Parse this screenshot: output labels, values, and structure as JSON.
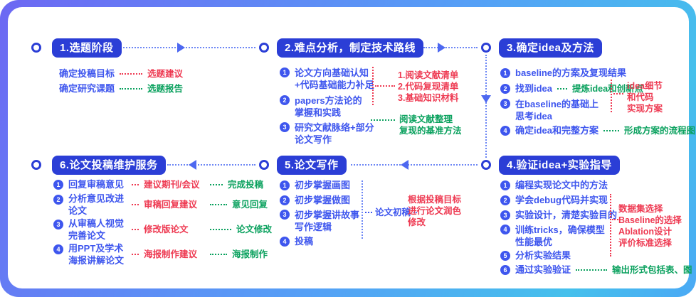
{
  "colors": {
    "accent_badge": "#2b3ed6",
    "item_blue": "#3e56ee",
    "annotation_red": "#ee3a52",
    "annotation_green": "#0aa15e",
    "connector_blue": "#6c86f5",
    "frame_gradient_start": "#6d68f3",
    "frame_gradient_end": "#4aa9f5"
  },
  "stages": [
    {
      "title": "1.选题阶段",
      "items": [
        {
          "text": "确定投稿目标",
          "note": "选题建议",
          "note_color": "red"
        },
        {
          "text": "确定研究课题",
          "note": "选题报告",
          "note_color": "green"
        }
      ]
    },
    {
      "title": "2.难点分析，制定技术路线",
      "items": [
        {
          "n": "1",
          "text": "论文方向基础认知\n+代码基础能力补足"
        },
        {
          "n": "2",
          "text": "papers方法论的\n掌握和实践"
        },
        {
          "n": "3",
          "text": "研究文献脉络+部分\n论文写作"
        }
      ],
      "red_note": "1.阅读文献清单\n2.代码复现清单\n3.基础知识材料",
      "green_note": "阅读文献整理\n复现的基准方法"
    },
    {
      "title": "3.确定idea及方法",
      "items": [
        {
          "n": "1",
          "text": "baseline的方案及复现结果"
        },
        {
          "n": "2",
          "text": "找到idea",
          "inline_green": "提炼idea和创新点"
        },
        {
          "n": "3",
          "text": "在baseline的基础上\n思考idea"
        },
        {
          "n": "4",
          "text": "确定idea和完整方案",
          "inline_green": "形成方案的流程图"
        }
      ],
      "red_note": "idea细节\n和代码\n实现方案"
    },
    {
      "title": "4.验证idea+实验指导",
      "items": [
        {
          "n": "1",
          "text": "编程实现论文中的方法"
        },
        {
          "n": "2",
          "text": "学会debug代码并实现"
        },
        {
          "n": "3",
          "text": "实验设计，清楚实验目的"
        },
        {
          "n": "4",
          "text": "训练tricks，确保模型\n性能最优"
        },
        {
          "n": "5",
          "text": "分析实验结果"
        },
        {
          "n": "6",
          "text": "通过实验验证",
          "inline_green": "输出形式包括表、图"
        }
      ],
      "red_note": "数据集选择\nBaseline的选择\nAblation设计\n评价标准选择"
    },
    {
      "title": "5.论文写作",
      "items": [
        {
          "n": "1",
          "text": "初步掌握画图"
        },
        {
          "n": "2",
          "text": "初步掌握做图"
        },
        {
          "n": "3",
          "text": "初步掌握讲故事\n写作逻辑"
        },
        {
          "n": "4",
          "text": "投稿"
        }
      ],
      "blue_note": "论文初稿",
      "red_note": "根据投稿目标\n进行论文润色\n修改"
    },
    {
      "title": "6.论文投稿维护服务",
      "items": [
        {
          "n": "1",
          "text": "回复审稿意见",
          "red": "建议期刊/会议",
          "green": "完成投稿"
        },
        {
          "n": "2",
          "text": "分析意见改进\n论文",
          "red": "审稿回复建议",
          "green": "意见回复"
        },
        {
          "n": "3",
          "text": "从审稿人视觉\n完善论文",
          "red": "修改版论文",
          "green": "论文修改"
        },
        {
          "n": "4",
          "text": "用PPT及学术\n海报讲解论文",
          "red": "海报制作建议",
          "green": "海报制作"
        }
      ]
    }
  ]
}
